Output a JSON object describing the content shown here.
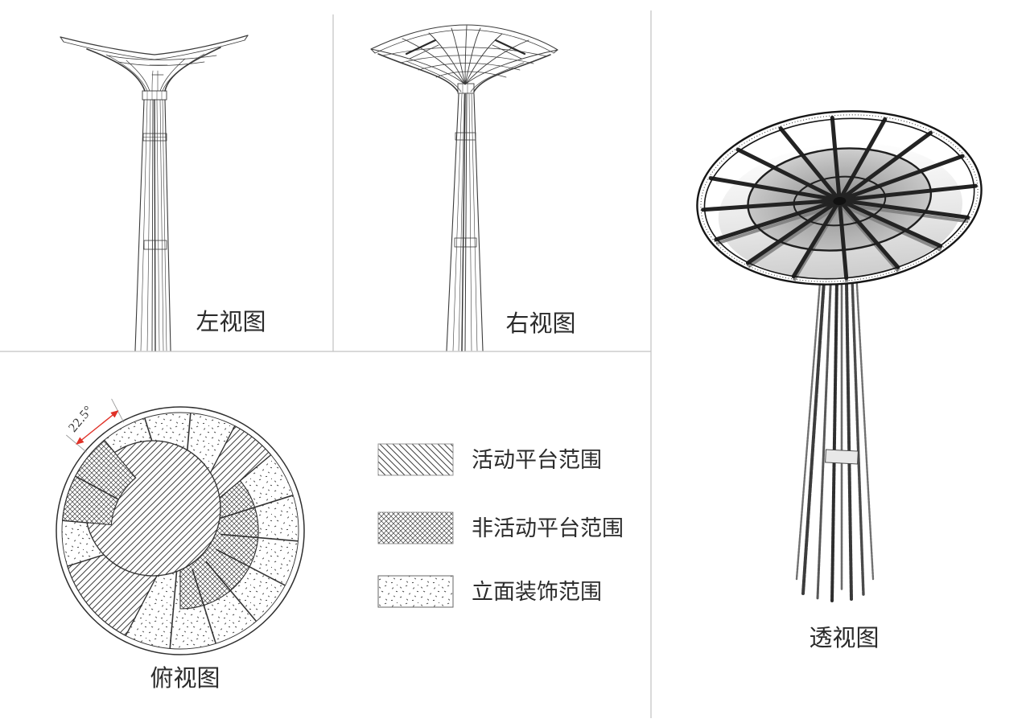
{
  "views": {
    "left": {
      "label": "左视图"
    },
    "right": {
      "label": "右视图"
    },
    "top": {
      "label": "俯视图",
      "dimension": "22.5°"
    },
    "perspective": {
      "label": "透视图"
    }
  },
  "legend": {
    "items": [
      {
        "label": "活动平台范围",
        "pattern": "diagonal-hatch"
      },
      {
        "label": "非活动平台范围",
        "pattern": "crosshatch"
      },
      {
        "label": "立面装饰范围",
        "pattern": "stipple"
      }
    ]
  },
  "colors": {
    "background": "#ffffff",
    "line": "#3a3a3a",
    "dark_line": "#1c1c1c",
    "divider": "#c2c2c2",
    "dimension_red": "#e03127",
    "text": "#2b2b2b"
  }
}
